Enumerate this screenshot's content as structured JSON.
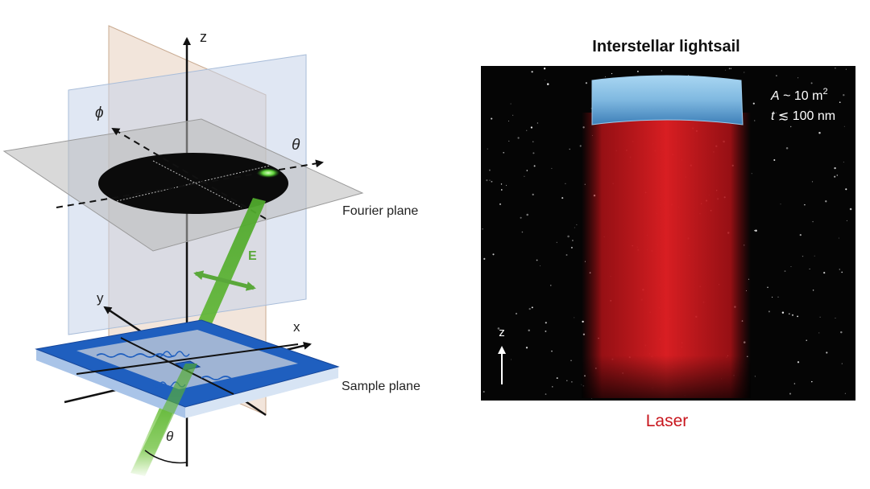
{
  "left_diagram": {
    "axis_z": "z",
    "axis_y": "y",
    "axis_x": "x",
    "angle_phi": "ϕ",
    "angle_theta_top": "θ",
    "angle_theta_bottom": "θ",
    "field_label": "E",
    "fourier_plane_label": "Fourier plane",
    "sample_plane_label": "Sample plane"
  },
  "right_panel": {
    "title": "Interstellar lightsail",
    "area_symbol": "A",
    "area_value": " ~ 10 m",
    "area_exponent": "2",
    "thickness_symbol": "t",
    "thickness_value": " ≲ 100 nm",
    "z_axis": "z",
    "laser_label": "Laser"
  },
  "colors": {
    "laser_red": "#c8161d",
    "sail_blue": "#7fb8e0",
    "beam_green": "#6abf3a",
    "substrate_blue": "#1f5fbf",
    "space_black": "#050505"
  }
}
